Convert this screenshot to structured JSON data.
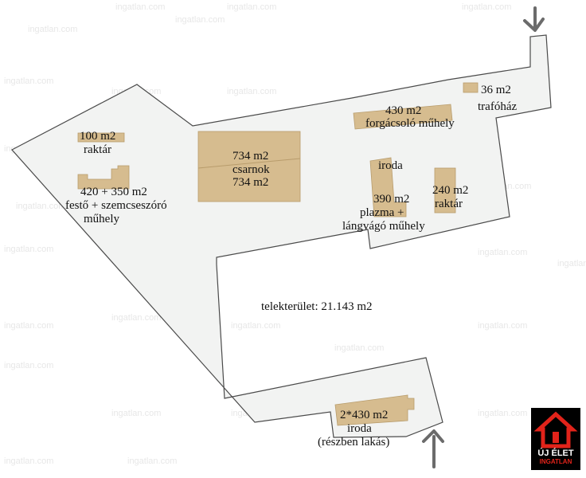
{
  "watermark_text": "ingatlan.com",
  "colors": {
    "site": "#f2f3f2",
    "outline": "#4a4a4a",
    "building": "#d6bc8f",
    "building_edge": "#b89c6c",
    "arrow": "#6b6b6b",
    "logo_red": "#e2231a"
  },
  "labels": {
    "raktar_100": [
      "100 m2",
      "raktár"
    ],
    "festo": [
      "420 + 350 m2",
      "festő + szemcseszóró",
      "műhely"
    ],
    "csarnok": [
      "734 m2",
      "csarnok",
      "734 m2"
    ],
    "forgacsolo": [
      "430 m2",
      "forgácsoló műhely"
    ],
    "trafohaz": [
      "36 m2",
      "trafóház"
    ],
    "iroda": "iroda",
    "plazma": [
      "390 m2",
      "plazma +",
      "lángvágó műhely"
    ],
    "raktar_240": [
      "240 m2",
      "raktár"
    ],
    "telek": "telekterület: 21.143 m2",
    "iroda_lakas": [
      "2*430 m2",
      "iroda",
      "(részben lakás)"
    ]
  },
  "logo": {
    "line1": "ÚJ ÉLET",
    "line2": "INGATLAN",
    "icon": "house-icon"
  },
  "arrows": [
    {
      "name": "top-right-arrow",
      "icon": "arrow-down-icon"
    },
    {
      "name": "bottom-arrow",
      "icon": "arrow-up-icon"
    }
  ]
}
